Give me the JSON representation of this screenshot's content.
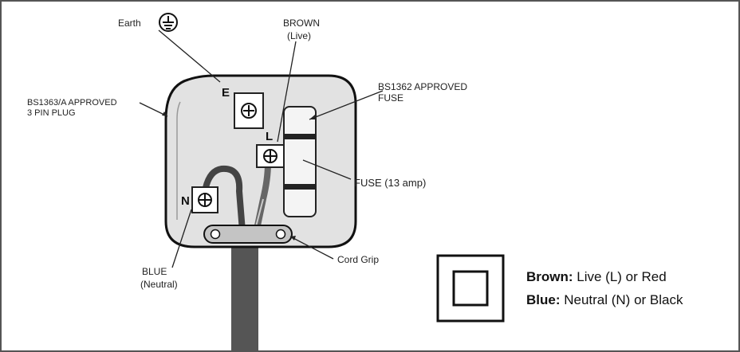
{
  "labels": {
    "earth": "Earth",
    "brown": "BROWN",
    "brown_sub": "(Live)",
    "plug_line1": "BS1363/A APPROVED",
    "plug_line2": "3 PIN PLUG",
    "fuse_approved_line1": "BS1362 APPROVED",
    "fuse_approved_line2": "FUSE",
    "fuse": "FUSE  (13 amp)",
    "blue": "BLUE",
    "blue_sub": "(Neutral)",
    "cord_grip": "Cord Grip"
  },
  "pins": {
    "earth": "E",
    "live": "L",
    "neutral": "N"
  },
  "icons": {
    "earth_symbol": "earth-ground-icon",
    "double_insulation": "double-insulation-icon",
    "terminal_screw": "terminal-screw-icon"
  },
  "legend": {
    "brown_key": "Brown:",
    "brown_value": " Live (L) or Red",
    "blue_key": "Blue:",
    "blue_value": " Neutral (N) or Black"
  },
  "colors": {
    "plug_body": "#e2e2e2",
    "cable": "#555555",
    "ink": "#111111"
  }
}
